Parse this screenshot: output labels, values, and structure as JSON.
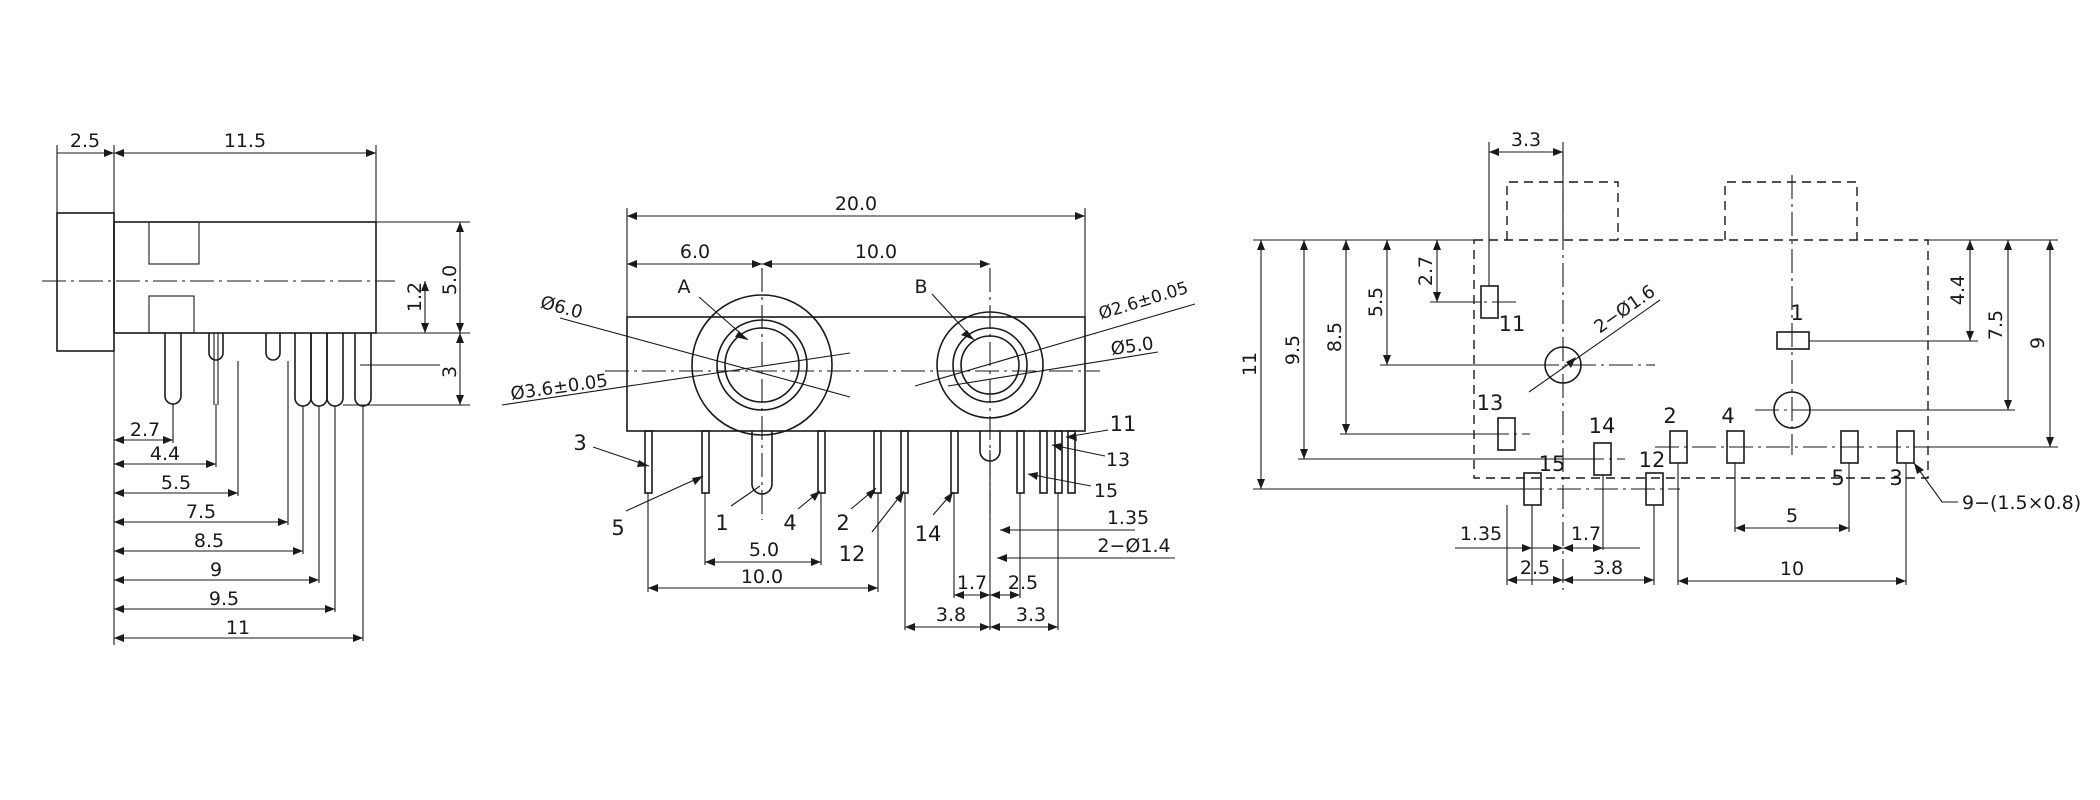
{
  "drawing": {
    "line_color": "#1a1a1a",
    "background": "#ffffff"
  },
  "side_view": {
    "dims": {
      "d2_5": "2.5",
      "d11_5": "11.5",
      "d5_0": "5.0",
      "d1_2": "1.2",
      "d3": "3",
      "d2_7": "2.7",
      "d4_4": "4.4",
      "d5_5": "5.5",
      "d7_5": "7.5",
      "d8_5": "8.5",
      "d9": "9",
      "d9_5": "9.5",
      "d11": "11"
    }
  },
  "front_view": {
    "dims": {
      "d20_0": "20.0",
      "d6_0": "6.0",
      "d10_0_top": "10.0",
      "phi6_0": "Ø6.0",
      "phi3_6": "Ø3.6±0.05",
      "phi2_6": "Ø2.6±0.05",
      "phi5_0": "Ø5.0",
      "d5_0": "5.0",
      "d10_0_bottom": "10.0",
      "d1_35": "1.35",
      "hole": "2−Ø1.4",
      "d1_7": "1.7",
      "d2_5": "2.5",
      "d3_8": "3.8",
      "d3_3": "3.3"
    },
    "labels": {
      "a": "A",
      "b": "B",
      "p1": "1",
      "p2": "2",
      "p3": "3",
      "p4": "4",
      "p5": "5",
      "p11": "11",
      "p12": "12",
      "p13": "13",
      "p14": "14",
      "p15": "15"
    }
  },
  "footprint_view": {
    "dims": {
      "d3_3": "3.3",
      "d2_7": "2.7",
      "d5_5": "5.5",
      "d8_5": "8.5",
      "d9_5": "9.5",
      "d11": "11",
      "d4_4": "4.4",
      "d7_5": "7.5",
      "d9": "9",
      "hole": "2−Ø1.6",
      "d1_35": "1.35",
      "d2_5": "2.5",
      "d1_7": "1.7",
      "d3_8": "3.8",
      "d5": "5",
      "d10": "10",
      "pads": "9−(1.5×0.8)"
    },
    "labels": {
      "p1": "1",
      "p2": "2",
      "p3": "3",
      "p4": "4",
      "p5": "5",
      "p11": "11",
      "p12": "12",
      "p13": "13",
      "p14": "14",
      "p15": "15"
    }
  }
}
